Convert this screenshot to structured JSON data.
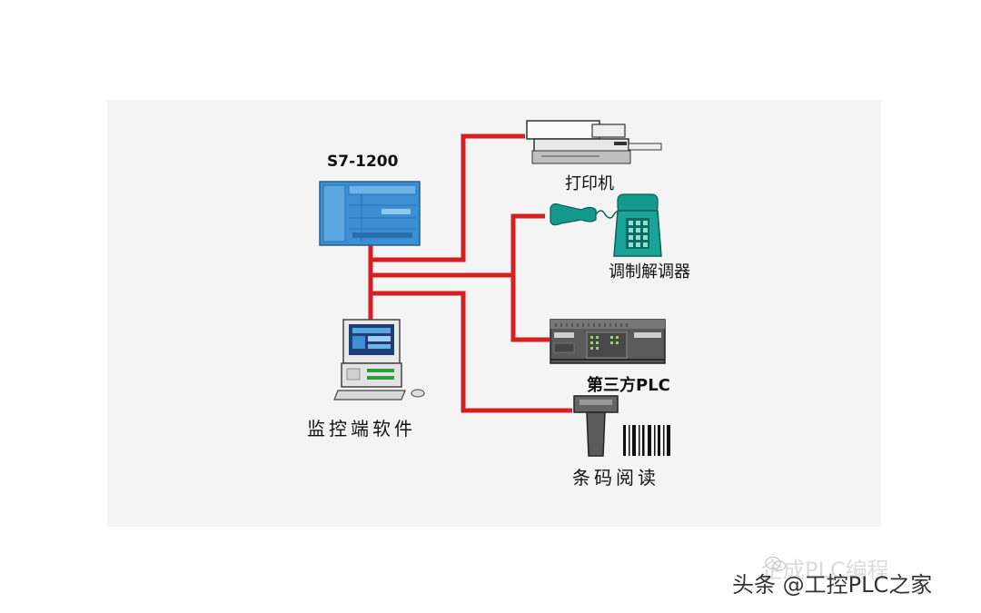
{
  "diagram": {
    "plc_title": "S7-1200",
    "devices": {
      "printer": "打印机",
      "modem": "调制解调器",
      "third_party_plc": "第三方PLC",
      "monitor_software": "监控端软件",
      "barcode_reader": "条码阅读"
    },
    "colors": {
      "link": "#d42020",
      "plc_body": "#3d8fd4",
      "modem": "#149a8c"
    },
    "icons": [
      "plc-icon",
      "printer-icon",
      "modem-icon",
      "third-party-plc-icon",
      "computer-icon",
      "barcode-reader-icon"
    ]
  },
  "watermark": {
    "faint": "企成PLC编程",
    "main": "头条 @工控PLC之家"
  }
}
